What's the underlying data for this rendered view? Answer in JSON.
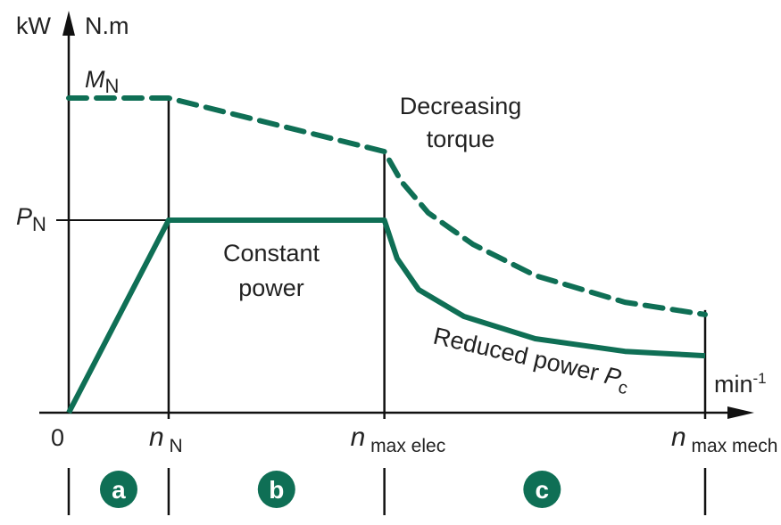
{
  "colors": {
    "curve": "#0f6f55",
    "axis": "#111111"
  },
  "chart_data": {
    "type": "line",
    "y_axis_units": {
      "left": "kW",
      "right": "N.m"
    },
    "x_axis_unit": {
      "base": "min",
      "exp": "-1"
    },
    "origin_label": "0",
    "x_ticks": [
      {
        "sym": "n",
        "sub": "N",
        "value": 15.7
      },
      {
        "sym": "n",
        "sub": "max elec",
        "value": 49.6
      },
      {
        "sym": "n",
        "sub": "max mech",
        "value": 100
      }
    ],
    "y_levels": {
      "M": {
        "sym": "M",
        "sub": "N",
        "value": 100
      },
      "P": {
        "sym": "P",
        "sub": "N",
        "value": 61.2
      }
    },
    "xlim": [
      0,
      107
    ],
    "ylim": [
      0,
      127
    ],
    "series": [
      {
        "name": "Torque",
        "style": "dashed",
        "points": [
          [
            0,
            100
          ],
          [
            15.7,
            100
          ],
          [
            49.6,
            83
          ],
          [
            52.3,
            73.4
          ],
          [
            56.5,
            63.5
          ],
          [
            63.5,
            53.5
          ],
          [
            73.3,
            43.6
          ],
          [
            87.4,
            35.1
          ],
          [
            100,
            31.2
          ]
        ]
      },
      {
        "name": "Power",
        "style": "solid",
        "points": [
          [
            0,
            0
          ],
          [
            15.7,
            61.2
          ],
          [
            49.6,
            61.2
          ],
          [
            51.6,
            49
          ],
          [
            55,
            39.1
          ],
          [
            62.1,
            30.6
          ],
          [
            73.3,
            23.5
          ],
          [
            87.4,
            19.5
          ],
          [
            100,
            18.1
          ]
        ]
      }
    ],
    "annotations": {
      "decreasing": [
        "Decreasing",
        "torque"
      ],
      "constant": [
        "Constant",
        "power"
      ],
      "reduced": {
        "text": "Reduced power ",
        "sym": "P",
        "sub": "c"
      }
    },
    "zones": [
      {
        "label": "a",
        "from": 0,
        "to": 15.7
      },
      {
        "label": "b",
        "from": 15.7,
        "to": 49.6
      },
      {
        "label": "c",
        "from": 49.6,
        "to": 100
      }
    ]
  }
}
